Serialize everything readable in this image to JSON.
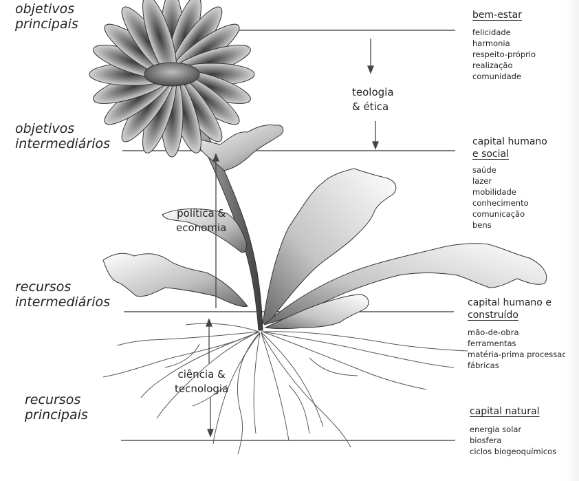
{
  "levels": [
    {
      "id": "objetivos-principais",
      "label_lines": [
        "objetivos",
        "principais"
      ]
    },
    {
      "id": "objetivos-intermediarios",
      "label_lines": [
        "objetivos",
        "intermediários"
      ]
    },
    {
      "id": "recursos-intermediarios",
      "label_lines": [
        "recursos",
        "intermediários"
      ]
    },
    {
      "id": "recursos-principais",
      "label_lines": [
        "recursos",
        "principais"
      ]
    }
  ],
  "bands": [
    {
      "id": "teologia-etica",
      "lines": [
        "teologia",
        "& ética"
      ]
    },
    {
      "id": "politica-economia",
      "lines": [
        "política &",
        "economia"
      ]
    },
    {
      "id": "ciencia-tecnologia",
      "lines": [
        "ciência &",
        "tecnologia"
      ]
    }
  ],
  "capitals": [
    {
      "id": "bem-estar",
      "heading": [
        "bem-estar"
      ],
      "items": [
        "felicidade",
        "harmonia",
        "respeito-próprio",
        "realização",
        "comunidade"
      ]
    },
    {
      "id": "capital-humano-social",
      "heading": [
        "capital humano",
        "e social"
      ],
      "items": [
        "saúde",
        "lazer",
        "mobilidade",
        "conhecimento",
        "comunicação",
        "bens"
      ]
    },
    {
      "id": "capital-humano-construido",
      "heading": [
        "capital humano e",
        "construído"
      ],
      "items": [
        "mão-de-obra",
        "ferramentas",
        "matéria-prima processada",
        "fábricas"
      ]
    },
    {
      "id": "capital-natural",
      "heading": [
        "capital natural"
      ],
      "items": [
        "energia solar",
        "biosfera",
        "ciclos biogeoquímicos"
      ]
    }
  ]
}
